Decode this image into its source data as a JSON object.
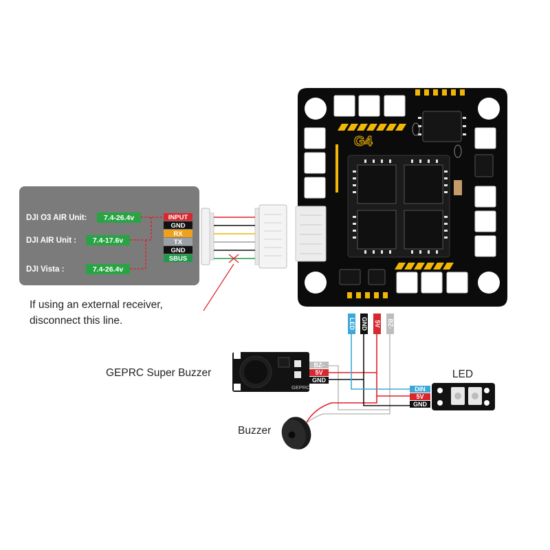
{
  "air_unit_panel": {
    "rows": [
      {
        "name": "DJI  O3 AIR Unit:",
        "voltage": "7.4-26.4v"
      },
      {
        "name": "DJI AIR Unit :",
        "voltage": "7.4-17.6v"
      },
      {
        "name": "DJI Vista :",
        "voltage": "7.4-26.4v"
      }
    ],
    "pins": [
      {
        "label": "INPUT",
        "bg": "#d7282f",
        "fg": "#ffffff"
      },
      {
        "label": "GND",
        "bg": "#111111",
        "fg": "#ffffff"
      },
      {
        "label": "RX",
        "bg": "#f0a11c",
        "fg": "#ffffff"
      },
      {
        "label": "TX",
        "bg": "#9aa0a6",
        "fg": "#ffffff"
      },
      {
        "label": "GND",
        "bg": "#111111",
        "fg": "#ffffff"
      },
      {
        "label": "SBUS",
        "bg": "#1f9a4a",
        "fg": "#ffffff"
      }
    ]
  },
  "note": {
    "line1": "If using an external receiver,",
    "line2": "disconnect this line."
  },
  "board_mark": "G4",
  "board_pads": [
    {
      "label": "LED",
      "bg": "#3aa8d8",
      "fg": "#ffffff"
    },
    {
      "label": "GND",
      "bg": "#111111",
      "fg": "#ffffff"
    },
    {
      "label": "5V",
      "bg": "#d7282f",
      "fg": "#ffffff"
    },
    {
      "label": "BZ-",
      "bg": "#bdbdbd",
      "fg": "#ffffff"
    }
  ],
  "super_buzzer": {
    "label": "GEPRC Super Buzzer",
    "board_text": "GEPRC",
    "pins": [
      {
        "label": "BZ-",
        "bg": "#bdbdbd"
      },
      {
        "label": "5V",
        "bg": "#d7282f"
      },
      {
        "label": "GND",
        "bg": "#111111"
      }
    ]
  },
  "led_module": {
    "label": "LED",
    "pins": [
      {
        "label": "DIN",
        "bg": "#3aa8d8"
      },
      {
        "label": "5V",
        "bg": "#d7282f"
      },
      {
        "label": "GND",
        "bg": "#111111"
      }
    ]
  },
  "buzzer": {
    "label": "Buzzer"
  },
  "colors": {
    "panel": "#7b7b7b",
    "voltage_bg": "#2aa345",
    "dashed_red": "#e11e26",
    "wire_red": "#e11e26",
    "wire_black": "#111111",
    "wire_blue": "#3aa8d8",
    "wire_gray": "#bdbdbd",
    "wire_yellow": "#f0b400",
    "wire_green": "#1f9a4a",
    "board": "#0b0b0b",
    "accent_gold": "#f2b705"
  }
}
